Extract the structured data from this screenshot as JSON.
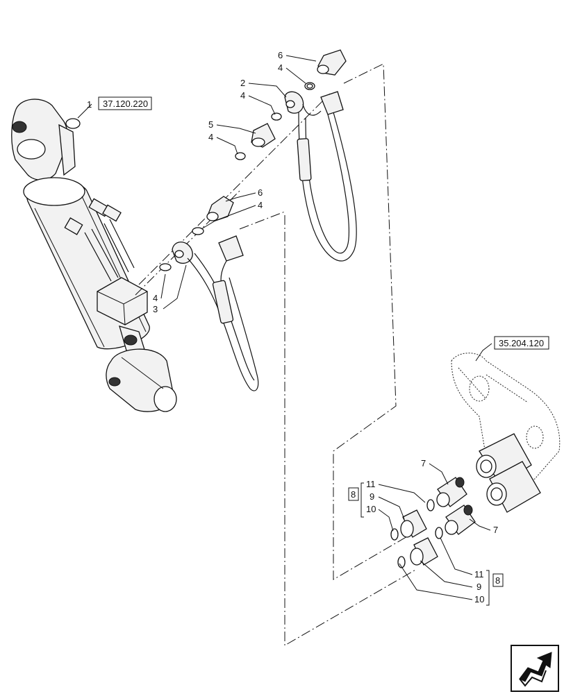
{
  "references": {
    "cylinder_ref": "37.120.220",
    "bracket_ref": "35.204.120",
    "kit_ref": "8"
  },
  "callouts": {
    "c1": "1",
    "c2": "2",
    "c3": "3",
    "c4": "4",
    "c5": "5",
    "c6": "6",
    "c7": "7",
    "c9": "9",
    "c10": "10",
    "c11": "11"
  },
  "icon": "next-page-arrow-icon"
}
